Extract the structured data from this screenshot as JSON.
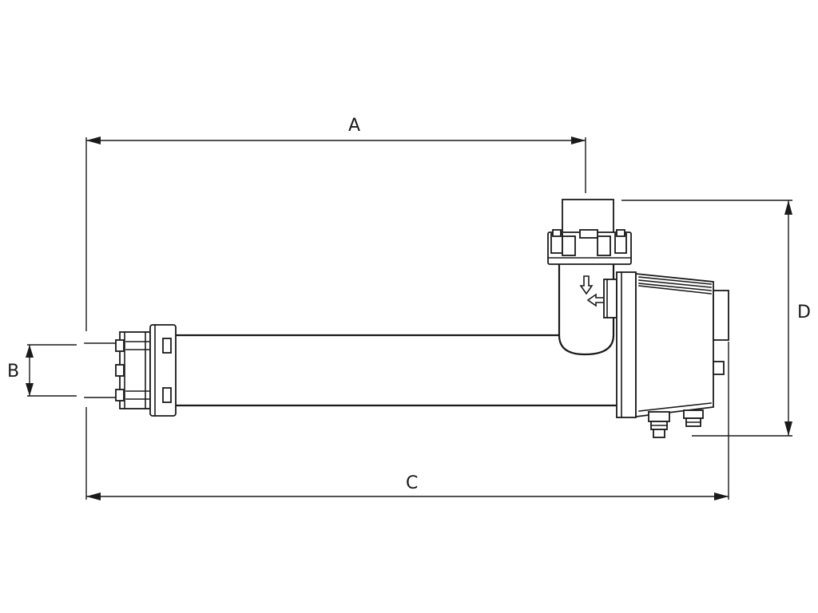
{
  "dimensions": {
    "a": "A",
    "b": "B",
    "c": "C",
    "d": "D"
  },
  "colors": {
    "line": "#1a1a1a",
    "background": "#ffffff"
  }
}
